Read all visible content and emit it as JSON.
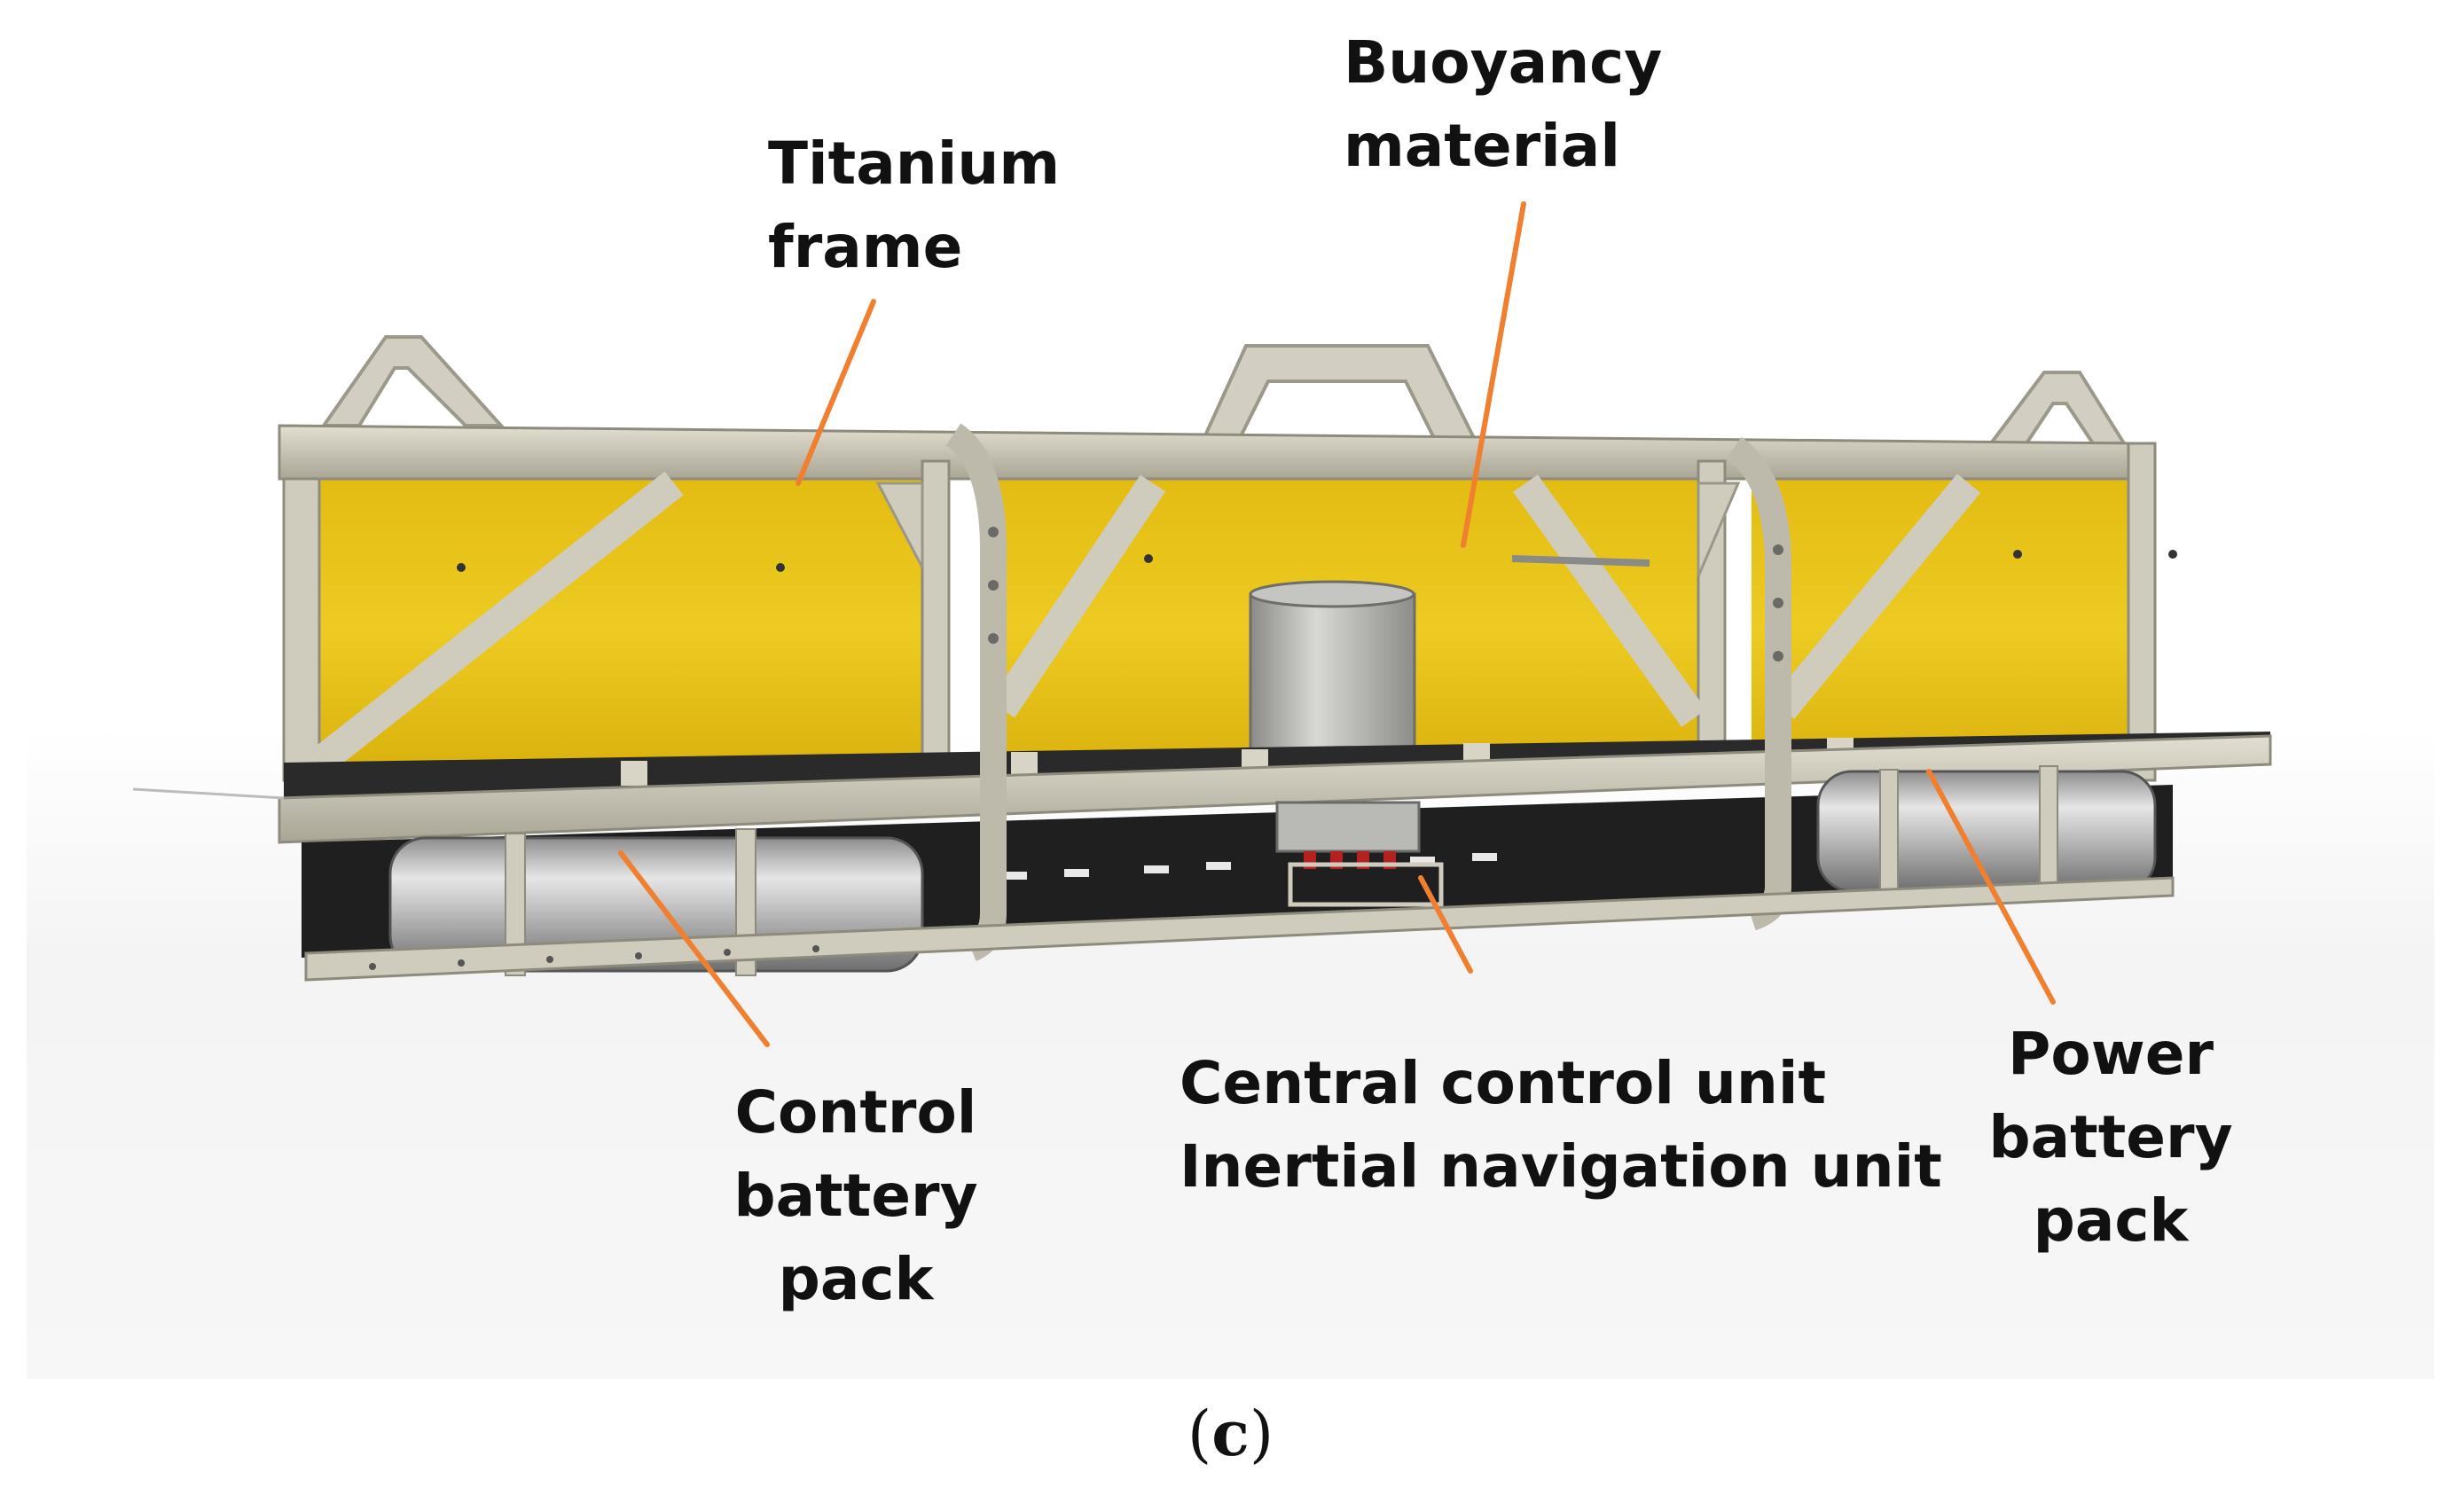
{
  "labels": {
    "titanium_frame": [
      "Titanium",
      "frame"
    ],
    "buoyancy_material": [
      "Buoyancy",
      "material"
    ],
    "control_battery_pack": [
      "Control",
      "battery",
      "pack"
    ],
    "central_units": [
      "Central control unit",
      "Inertial navigation unit"
    ],
    "power_battery_pack": [
      "Power",
      "battery",
      "pack"
    ]
  },
  "caption": {
    "open": "(",
    "letter": "c",
    "close": ")"
  },
  "colors": {
    "buoyancy_yellow": "#E8C21A",
    "frame_gray": "#C9C6B8",
    "leader_orange": "#F08030"
  }
}
